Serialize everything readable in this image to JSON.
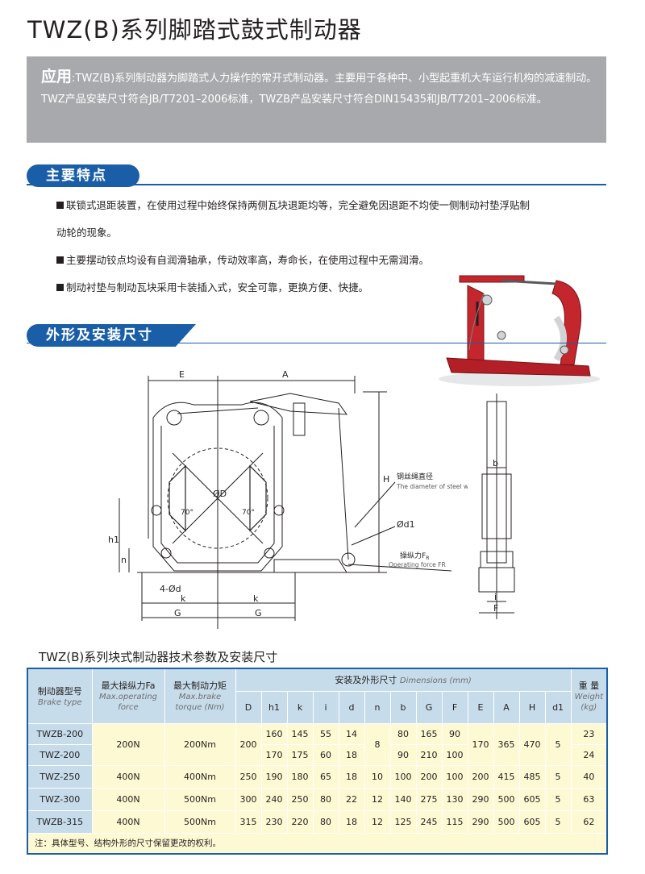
{
  "title": "TWZ(B)系列脚踏式鼓式制动器",
  "intro": {
    "lead": "应用",
    "text": ":TWZ(B)系列制动器为脚踏式人力操作的常开式制动器。主要用于各种中、小型起重机大车运行机构的减速制动。TWZ产品安装尺寸符合JB/T7201–2006标准，TWZB产品安装尺寸符合DIN15435和JB/T7201–2006标准。"
  },
  "features": {
    "heading": "主要特点",
    "items": [
      "联锁式退距装置，在使用过程中始终保持两侧瓦块退距均等，完全避免因退距不均使一侧制动衬垫浮贴制",
      "动轮的现象。",
      "主要摆动铰点均设有自润滑轴承，传动效率高，寿命长，在使用过程中无需润滑。",
      "制动衬垫与制动瓦块采用卡装插入式，安全可靠，更换方便、快捷。"
    ]
  },
  "dimensions": {
    "heading": "外形及安装尺寸",
    "labels": {
      "E": "E",
      "A": "A",
      "H": "H",
      "D": "ØD",
      "h1": "h1",
      "n": "n",
      "d": "4-Ød",
      "k": "k",
      "G": "G",
      "b": "b",
      "i": "i",
      "F": "F",
      "d1": "Ød1",
      "angle": "70°",
      "wire_cn": "钢丝绳直径",
      "wire_en": "The diameter of steel wire",
      "force_cn": "操纵力F",
      "force_sub": "R",
      "force_en": "Operating force FR"
    }
  },
  "table": {
    "title": "TWZ(B)系列块式制动器技术参数及安装尺寸",
    "headers": {
      "model_cn": "制动器型号",
      "model_en": "Brake type",
      "force_cn": "最大操纵力Fa",
      "force_en": "Max.operating force",
      "torque_cn": "最大制动力矩",
      "torque_en": "Max.brake torque (Nm)",
      "dim_cn": "安装及外形尺寸",
      "dim_en": "Dimensions (mm)",
      "weight_cn": "重 量",
      "weight_en": "Weight (kg)",
      "cols": [
        "D",
        "h1",
        "k",
        "i",
        "d",
        "n",
        "b",
        "G",
        "F",
        "E",
        "A",
        "H",
        "d1"
      ]
    },
    "group": {
      "models": [
        "TWZB-200",
        "TWZ-200"
      ],
      "force": "200N",
      "torque": "200Nm",
      "D": "200",
      "rows": [
        {
          "h1": "160",
          "k": "145",
          "i": "55",
          "d": "14",
          "b": "80",
          "G": "165",
          "F": "90",
          "weight": "23"
        },
        {
          "h1": "170",
          "k": "175",
          "i": "60",
          "d": "18",
          "b": "90",
          "G": "210",
          "F": "100",
          "weight": "24"
        }
      ],
      "n": "8",
      "E": "170",
      "A": "365",
      "H": "470",
      "d1": "5"
    },
    "rows": [
      {
        "model": "TWZ-250",
        "force": "400N",
        "torque": "400Nm",
        "D": "250",
        "h1": "190",
        "k": "180",
        "i": "65",
        "d": "18",
        "n": "10",
        "b": "100",
        "G": "200",
        "F": "100",
        "E": "200",
        "A": "415",
        "H": "485",
        "d1": "5",
        "weight": "40"
      },
      {
        "model": "TWZ-300",
        "force": "400N",
        "torque": "500Nm",
        "D": "300",
        "h1": "240",
        "k": "250",
        "i": "80",
        "d": "22",
        "n": "12",
        "b": "140",
        "G": "275",
        "F": "130",
        "E": "290",
        "A": "500",
        "H": "605",
        "d1": "5",
        "weight": "63"
      },
      {
        "model": "TWZB-315",
        "force": "400N",
        "torque": "500Nm",
        "D": "315",
        "h1": "230",
        "k": "220",
        "i": "80",
        "d": "18",
        "n": "12",
        "b": "125",
        "G": "245",
        "F": "115",
        "E": "290",
        "A": "500",
        "H": "605",
        "d1": "5",
        "weight": "62"
      }
    ],
    "note": "注：具体型号、结构外形的尺寸保留更改的权利。"
  },
  "colors": {
    "accent": "#1a5ea8",
    "intro_bg": "#a7a9ac",
    "header_bg": "#c7dcea",
    "cell_bg": "#fdf9d2",
    "brake_red": "#c4262e"
  }
}
